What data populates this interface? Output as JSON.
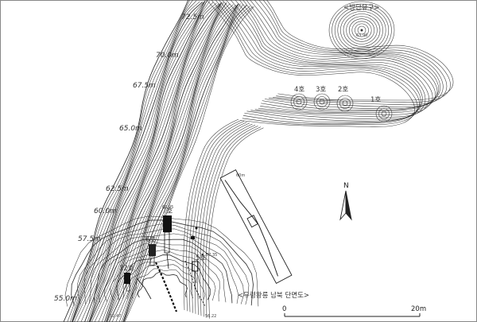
{
  "contour_labels": [
    "72.5m",
    "70.0m",
    "67.5m",
    "65.0m",
    "62.5m",
    "60.0m",
    "57.5m",
    "55.0m"
  ],
  "site_label": "<방단유구>",
  "tomb_labels": [
    "4호",
    "3호",
    "2호",
    "1호",
    "7호",
    "6호",
    "5호",
    "12호"
  ],
  "elevation_labels": [
    "63.90",
    "66.95",
    "57.35",
    "56.22",
    "52.47"
  ],
  "section_title": "<무령왕릉 남북 단면도>",
  "section_axis_label": "60m",
  "north_label": "N",
  "scale": {
    "min_label": "0",
    "max_label": "20m"
  }
}
